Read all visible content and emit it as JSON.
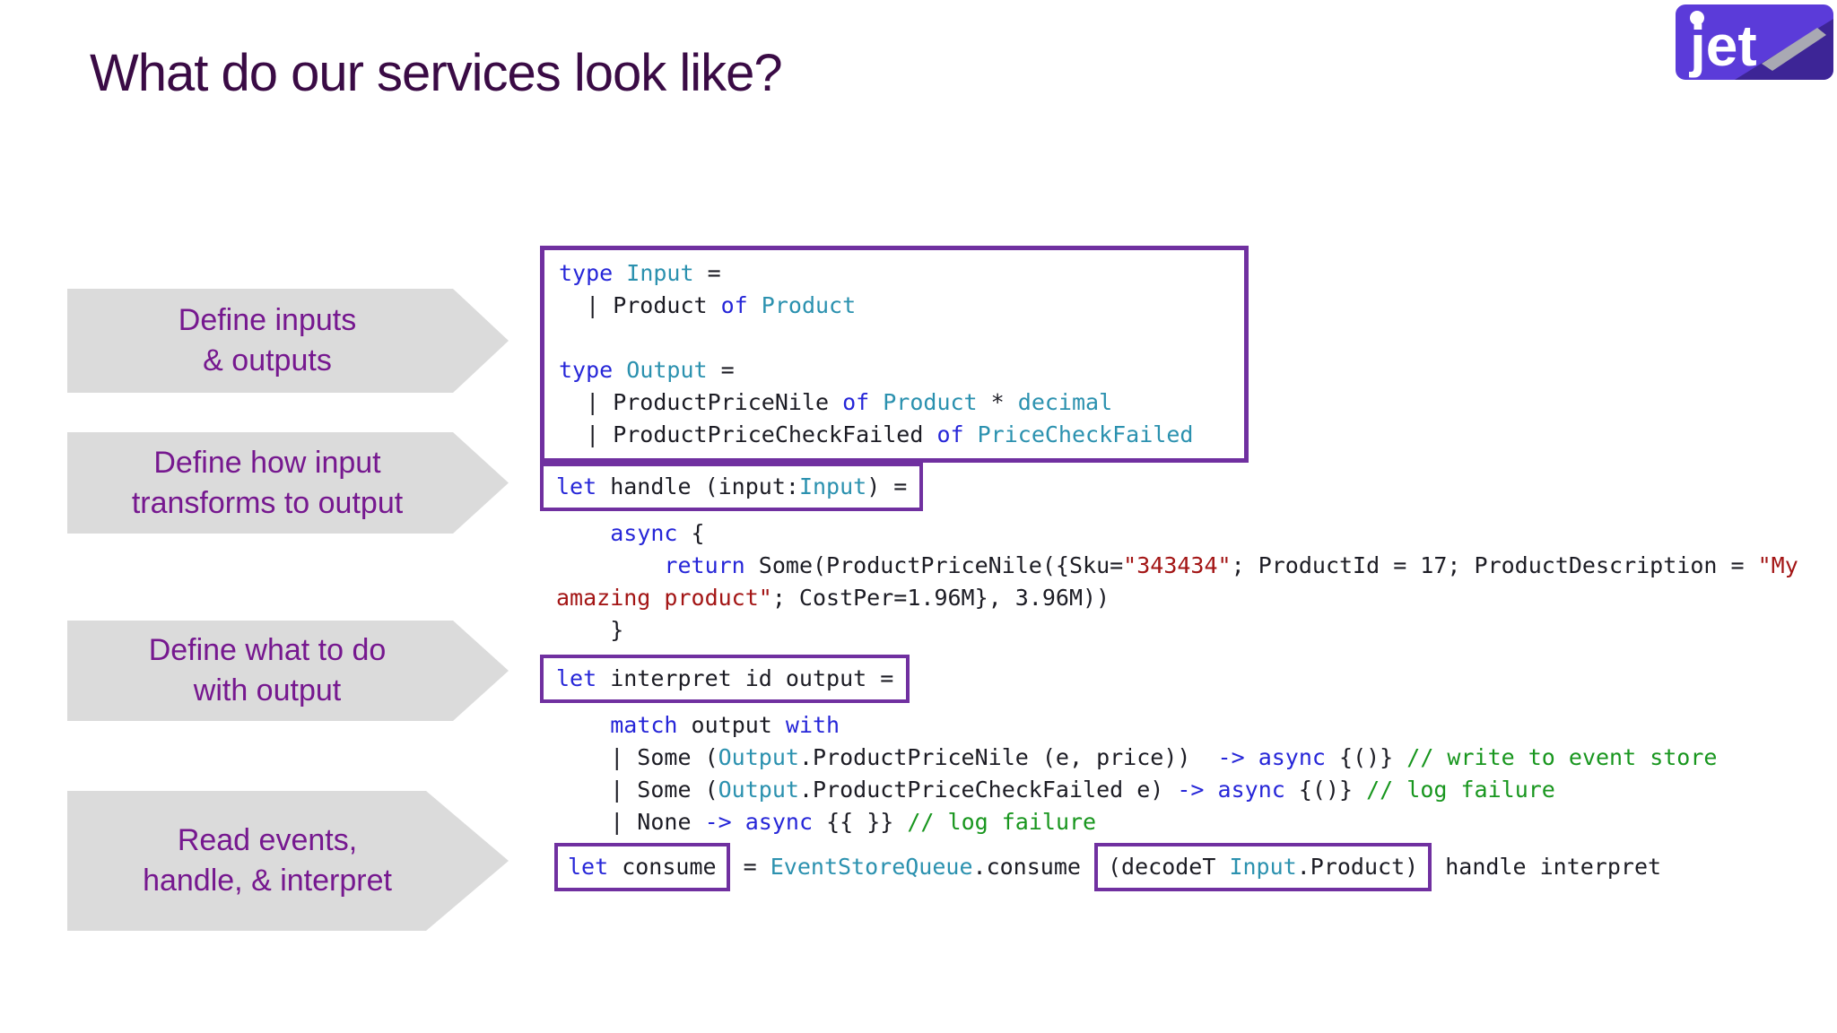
{
  "title": "What do our services look like?",
  "logo": {
    "text": "jet"
  },
  "colors": {
    "title": "#3A0B45",
    "arrow_fill": "#DBDBDB",
    "arrow_text": "#76188F",
    "box": "#7030A0",
    "kw": "#2626D8",
    "ty": "#2B91AF",
    "str": "#A31515",
    "cm": "#18961E",
    "pl": "#1C1C24",
    "logo_bg": "#5B3BD9",
    "logo_fold": "#3D2596",
    "logo_accent": "#A9A9B3",
    "logo_text": "#FFFFFF"
  },
  "steps": [
    {
      "lines": [
        "Define inputs",
        "& outputs"
      ]
    },
    {
      "lines": [
        "Define how input",
        "transforms to output"
      ]
    },
    {
      "lines": [
        "Define what to do",
        "with output"
      ]
    },
    {
      "lines": [
        "Read events,",
        "handle, & interpret"
      ]
    }
  ],
  "code": {
    "blocks": [
      {
        "name": "code-block-types",
        "boxed": true,
        "rows": [
          [
            {
              "tokens": [
                [
                  "kw",
                  "type "
                ],
                [
                  "ty",
                  "Input"
                ],
                [
                  "pl",
                  " ="
                ]
              ]
            }
          ],
          [
            {
              "tokens": [
                [
                  "pl",
                  "  | Product "
                ],
                [
                  "kw",
                  "of"
                ],
                [
                  "pl",
                  " "
                ],
                [
                  "ty",
                  "Product"
                ]
              ]
            }
          ],
          [
            {
              "tokens": [
                [
                  "pl",
                  ""
                ]
              ]
            }
          ],
          [
            {
              "tokens": [
                [
                  "kw",
                  "type "
                ],
                [
                  "ty",
                  "Output"
                ],
                [
                  "pl",
                  " ="
                ]
              ]
            }
          ],
          [
            {
              "tokens": [
                [
                  "pl",
                  "  | ProductPriceNile "
                ],
                [
                  "kw",
                  "of"
                ],
                [
                  "pl",
                  " "
                ],
                [
                  "ty",
                  "Product"
                ],
                [
                  "pl",
                  " * "
                ],
                [
                  "ty",
                  "decimal"
                ]
              ]
            }
          ],
          [
            {
              "tokens": [
                [
                  "pl",
                  "  | ProductPriceCheckFailed "
                ],
                [
                  "kw",
                  "of"
                ],
                [
                  "pl",
                  " "
                ],
                [
                  "ty",
                  "PriceCheckFailed"
                ]
              ]
            }
          ]
        ]
      },
      {
        "name": "code-block-handle",
        "boxed": false,
        "rows": [
          [
            {
              "box": true,
              "tokens": [
                [
                  "kw",
                  "let"
                ],
                [
                  "pl",
                  " handle (input:"
                ],
                [
                  "ty",
                  "Input"
                ],
                [
                  "pl",
                  ") ="
                ]
              ]
            }
          ],
          [
            {
              "tokens": [
                [
                  "pl",
                  "    "
                ],
                [
                  "kw",
                  "async"
                ],
                [
                  "pl",
                  " {"
                ]
              ]
            }
          ],
          [
            {
              "tokens": [
                [
                  "pl",
                  "        "
                ],
                [
                  "kw",
                  "return"
                ],
                [
                  "pl",
                  " Some(ProductPriceNile({Sku="
                ],
                [
                  "str",
                  "\"343434\""
                ],
                [
                  "pl",
                  "; ProductId = 17; ProductDescription = "
                ],
                [
                  "str",
                  "\"My"
                ]
              ]
            }
          ],
          [
            {
              "tokens": [
                [
                  "str",
                  "amazing product\""
                ],
                [
                  "pl",
                  "; CostPer=1.96M}, 3.96M))"
                ]
              ]
            }
          ],
          [
            {
              "tokens": [
                [
                  "pl",
                  "    }"
                ]
              ]
            }
          ]
        ]
      },
      {
        "name": "code-block-interpret",
        "boxed": false,
        "rows": [
          [
            {
              "box": true,
              "tokens": [
                [
                  "kw",
                  "let"
                ],
                [
                  "pl",
                  " interpret id output ="
                ]
              ]
            }
          ],
          [
            {
              "tokens": [
                [
                  "pl",
                  "    "
                ],
                [
                  "kw",
                  "match"
                ],
                [
                  "pl",
                  " output "
                ],
                [
                  "kw",
                  "with"
                ]
              ]
            }
          ],
          [
            {
              "tokens": [
                [
                  "pl",
                  "    | Some ("
                ],
                [
                  "ty",
                  "Output"
                ],
                [
                  "pl",
                  ".ProductPriceNile (e, price))  "
                ],
                [
                  "kw",
                  "->"
                ],
                [
                  "pl",
                  " "
                ],
                [
                  "kw",
                  "async"
                ],
                [
                  "pl",
                  " {()} "
                ],
                [
                  "cm",
                  "// write to event store"
                ]
              ]
            }
          ],
          [
            {
              "tokens": [
                [
                  "pl",
                  "    | Some ("
                ],
                [
                  "ty",
                  "Output"
                ],
                [
                  "pl",
                  ".ProductPriceCheckFailed e) "
                ],
                [
                  "kw",
                  "->"
                ],
                [
                  "pl",
                  " "
                ],
                [
                  "kw",
                  "async"
                ],
                [
                  "pl",
                  " {()} "
                ],
                [
                  "cm",
                  "// log failure"
                ]
              ]
            }
          ],
          [
            {
              "tokens": [
                [
                  "pl",
                  "    | None "
                ],
                [
                  "kw",
                  "->"
                ],
                [
                  "pl",
                  " "
                ],
                [
                  "kw",
                  "async"
                ],
                [
                  "pl",
                  " {{ }} "
                ],
                [
                  "cm",
                  "// log failure"
                ]
              ]
            }
          ]
        ]
      },
      {
        "name": "code-block-consume",
        "boxed": false,
        "rows": [
          [
            {
              "box": true,
              "tokens": [
                [
                  "kw",
                  "let"
                ],
                [
                  "pl",
                  " consume"
                ]
              ]
            },
            {
              "tokens": [
                [
                  "pl",
                  " = "
                ],
                [
                  "ty",
                  "EventStoreQueue"
                ],
                [
                  "pl",
                  ".consume "
                ]
              ]
            },
            {
              "box": true,
              "tokens": [
                [
                  "pl",
                  "(decodeT "
                ],
                [
                  "ty",
                  "Input"
                ],
                [
                  "pl",
                  ".Product)"
                ]
              ]
            },
            {
              "tokens": [
                [
                  "pl",
                  " handle interpret"
                ]
              ]
            }
          ]
        ]
      }
    ]
  }
}
